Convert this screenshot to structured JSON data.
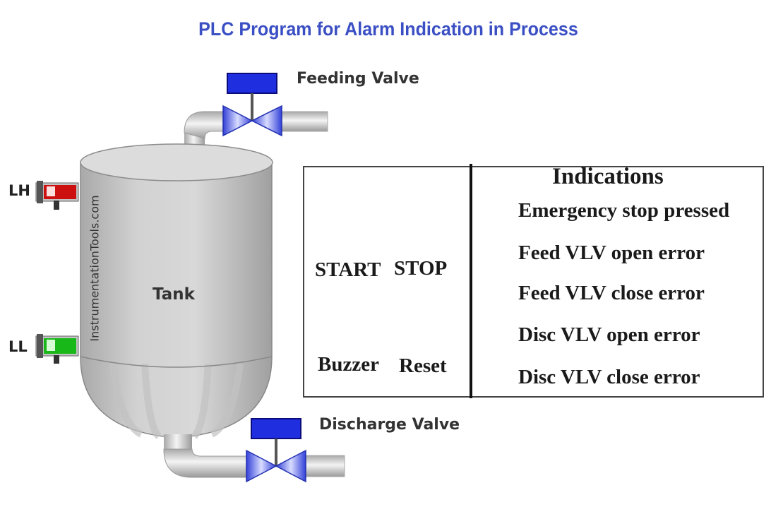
{
  "title": "PLC Program for Alarm Indication in Process",
  "labels": {
    "feeding_valve": "Feeding Valve",
    "discharge_valve": "Discharge Valve",
    "tank": "Tank",
    "level_high": "LH",
    "level_low": "LL",
    "watermark": "InstrumentationTools.com"
  },
  "panel": {
    "buttons": [
      {
        "label": "START",
        "color": "green"
      },
      {
        "label": "STOP",
        "color": "red"
      },
      {
        "label": "Buzzer",
        "color": "red"
      },
      {
        "label": "Reset",
        "color": "green"
      }
    ],
    "indications_title": "Indications",
    "indications": [
      "Emergency stop pressed",
      "Feed VLV open error",
      "Feed VLV close error",
      "Disc VLV open error",
      "Disc VLV close error"
    ]
  },
  "colors": {
    "title": "#3b4fc4",
    "valve_blue": "#1f2fe0",
    "lamp_red": "#8e0000",
    "lamp_green": "#1aa31a",
    "sensor_high": "#cc1010",
    "sensor_low": "#18b818"
  }
}
